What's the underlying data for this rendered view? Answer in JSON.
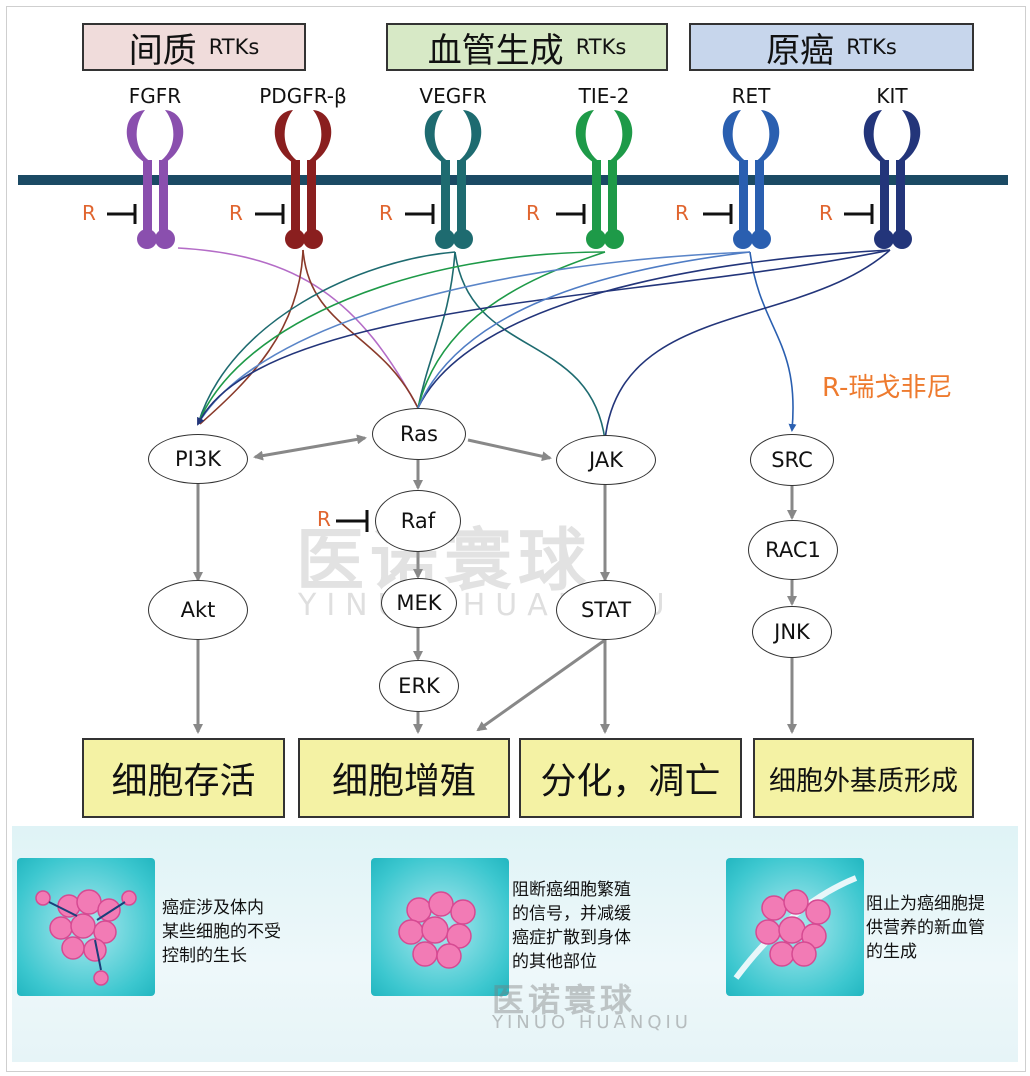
{
  "categories": [
    {
      "big": "间质",
      "small": "RTKs"
    },
    {
      "big": "血管生成",
      "small": "RTKs"
    },
    {
      "big": "原癌",
      "small": "RTKs"
    }
  ],
  "receptors": [
    {
      "name": "FGFR",
      "color": "#8a4fae"
    },
    {
      "name": "PDGFR-β",
      "color": "#8a1f1f"
    },
    {
      "name": "VEGFR",
      "color": "#1e6b70"
    },
    {
      "name": "TIE-2",
      "color": "#1e9a48"
    },
    {
      "name": "RET",
      "color": "#2a5fb0"
    },
    {
      "name": "KIT",
      "color": "#23357a"
    }
  ],
  "inhibitor_mark": "R",
  "drug_label": "R-瑞戈非尼",
  "nodes": {
    "pi3k": "PI3K",
    "ras": "Ras",
    "jak": "JAK",
    "src": "SRC",
    "raf": "Raf",
    "akt": "Akt",
    "mek": "MEK",
    "stat": "STAT",
    "rac1": "RAC1",
    "jnk": "JNK",
    "erk": "ERK"
  },
  "outcomes": [
    "细胞存活",
    "细胞增殖",
    "分化，凋亡",
    "细胞外基质形成"
  ],
  "watermark": {
    "cn": "医诺寰球",
    "en": "YINUO HUANQIU"
  },
  "effects": [
    {
      "lines": [
        "癌症涉及体内",
        "某些细胞的不受",
        "控制的生长"
      ]
    },
    {
      "lines": [
        "阻断癌细胞繁殖",
        "的信号，并减缓",
        "癌症扩散到身体",
        "的其他部位"
      ]
    },
    {
      "lines": [
        "阻止为癌细胞提",
        "供营养的新血管",
        "的生成"
      ]
    }
  ],
  "colors": {
    "membrane": "#1b4a64",
    "arrow": "#888888",
    "inhibit": "#e0652f",
    "outcome_bg": "#f4f2a4"
  }
}
